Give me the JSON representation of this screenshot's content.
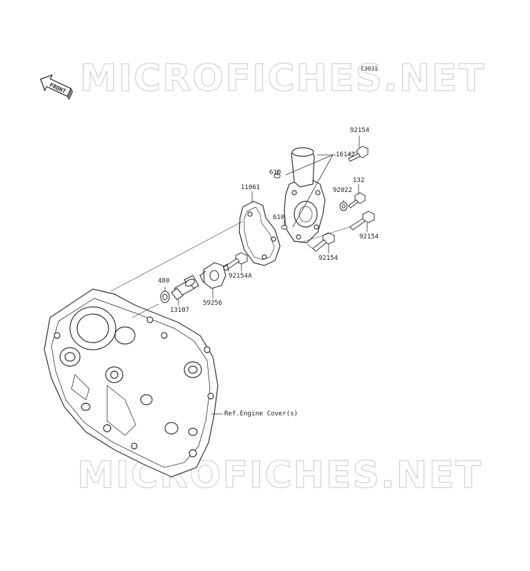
{
  "diagram": {
    "code": "E3031",
    "watermark": "MICROFICHES.NET",
    "front_label": "FRONT",
    "parts": [
      {
        "id": "p-92154-top",
        "label": "92154"
      },
      {
        "id": "p-16142",
        "label": "16142"
      },
      {
        "id": "p-610-a",
        "label": "610"
      },
      {
        "id": "p-132",
        "label": "132"
      },
      {
        "id": "p-11061",
        "label": "11061"
      },
      {
        "id": "p-92022",
        "label": "92022"
      },
      {
        "id": "p-610-b",
        "label": "610"
      },
      {
        "id": "p-92154-right",
        "label": "92154"
      },
      {
        "id": "p-92154-bottom",
        "label": "92154"
      },
      {
        "id": "p-92154A",
        "label": "92154A"
      },
      {
        "id": "p-480",
        "label": "480"
      },
      {
        "id": "p-13107",
        "label": "13107"
      },
      {
        "id": "p-59256",
        "label": "59256"
      },
      {
        "id": "p-ref-engine-cover",
        "label": "Ref.Engine Cover(s)"
      }
    ]
  }
}
